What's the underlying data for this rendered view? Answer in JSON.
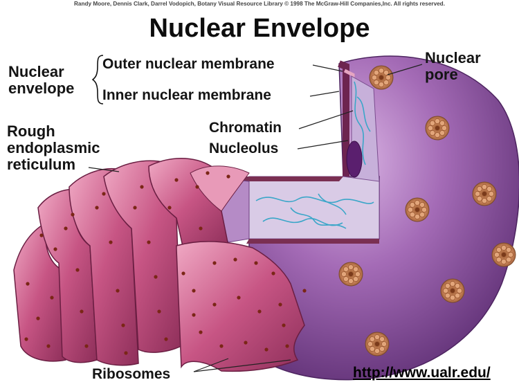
{
  "credit": "Randy Moore, Dennis Clark, Darrel Vodopich, Botany Visual Resource Library © 1998 The McGraw-Hill Companies,Inc. All rights reserved.",
  "title": "Nuclear Envelope",
  "labels": {
    "nuclear_envelope_line1": "Nuclear",
    "nuclear_envelope_line2": "envelope",
    "outer_membrane": "Outer nuclear membrane",
    "inner_membrane": "Inner nuclear membrane",
    "nuclear_pore_line1": "Nuclear",
    "nuclear_pore_line2": "pore",
    "rough_er_line1": "Rough",
    "rough_er_line2": "endoplasmic",
    "rough_er_line3": "reticulum",
    "chromatin": "Chromatin",
    "nucleolus": "Nucleolus",
    "ribosomes": "Ribosomes"
  },
  "url": "http://www.ualr.edu/",
  "colors": {
    "nucleus": "#8a4f9b",
    "nucleus_highlight": "#c79ad2",
    "envelope_cut": "#7a2f52",
    "interior": "#d7c6e2",
    "chromatin": "#3aa6c8",
    "nucleolus": "#5a1f6e",
    "pore": "#c98a5a",
    "er": "#c2527f",
    "er_light": "#e89ab8",
    "ribosome": "#7a2616"
  }
}
